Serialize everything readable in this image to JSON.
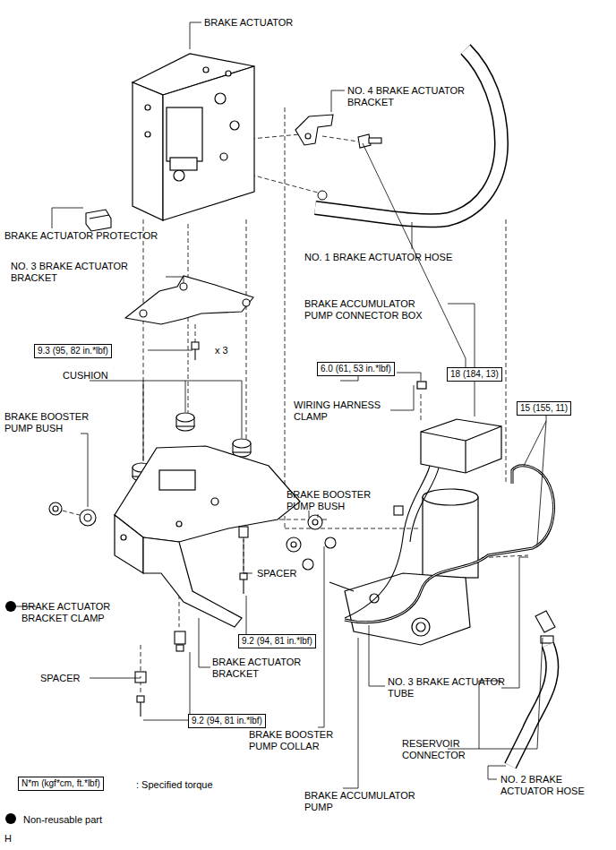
{
  "diagram": {
    "nodes": [
      {
        "text": [
          "18 (184, 13)"
        ]
      },
      {
        "text": [
          "9.3 (95, 82 in.*lbf)"
        ]
      },
      {
        "text": [
          "6.0 (61, 53 in.*lbf)"
        ]
      },
      {
        "text": [
          "15 (155, 11)"
        ]
      },
      {
        "text": [
          "9.2 (94, 81 in.*lbf)"
        ]
      },
      {
        "text": [
          "9.2 (94, 81 in.*lbf)"
        ]
      },
      {
        "text": [
          "N*m (kgf*cm, ft.*lbf)"
        ]
      }
    ],
    "labels": [
      "BRAKE ACTUATOR",
      "NO. 4 BRAKE ACTUATOR BRACKET",
      "BRAKE ACTUATOR PROTECTOR",
      "NO. 1 BRAKE ACTUATOR HOSE",
      "NO. 3 BRAKE ACTUATOR BRACKET",
      "BRAKE ACCUMULATOR PUMP CONNECTOR BOX",
      "x 3",
      "CUSHION",
      "WIRING HARNESS CLAMP",
      "BRAKE BOOSTER PUMP BUSH",
      "BRAKE BOOSTER PUMP BUSH",
      "SPACER",
      "BRAKE ACTUATOR BRACKET CLAMP",
      "SPACER",
      "BRAKE ACTUATOR BRACKET",
      "NO. 3 BRAKE ACTUATOR TUBE",
      "BRAKE BOOSTER PUMP COLLAR",
      "RESERVOIR CONNECTOR",
      "NO. 2 BRAKE ACTUATOR HOSE",
      "BRAKE ACCUMULATOR PUMP",
      "H"
    ],
    "legend": [
      {
        "text": ": Specified torque"
      },
      {
        "text": "Non-reusable part"
      }
    ]
  }
}
